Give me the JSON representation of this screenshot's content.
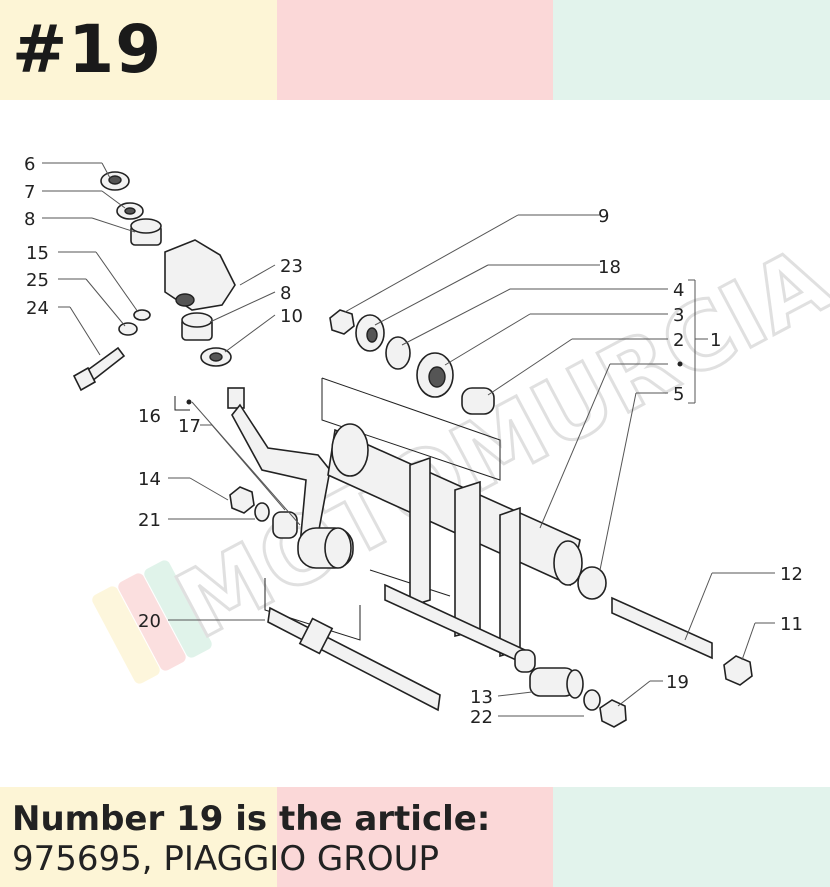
{
  "header": {
    "title": "#19"
  },
  "colors": {
    "band_yellow": "#fdf5d6",
    "band_pink": "#fbd8d8",
    "band_green": "#e2f3ec",
    "text": "#222222"
  },
  "watermark": {
    "text": "MOTOMURCIA"
  },
  "diagram": {
    "callouts": {
      "c1": "1",
      "c2": "2",
      "c3": "3",
      "c4": "4",
      "c5": "5",
      "c6": "6",
      "c7": "7",
      "c8a": "8",
      "c8b": "8",
      "c9": "9",
      "c10": "10",
      "c11": "11",
      "c12": "12",
      "c13": "13",
      "c14": "14",
      "c15": "15",
      "c16": "16",
      "c17": "17",
      "c18": "18",
      "c19": "19",
      "c20": "20",
      "c21": "21",
      "c22": "22",
      "c23": "23",
      "c24": "24",
      "c25": "25"
    }
  },
  "caption": {
    "line1": "Number 19 is the article:",
    "line2": "975695, PIAGGIO GROUP"
  }
}
